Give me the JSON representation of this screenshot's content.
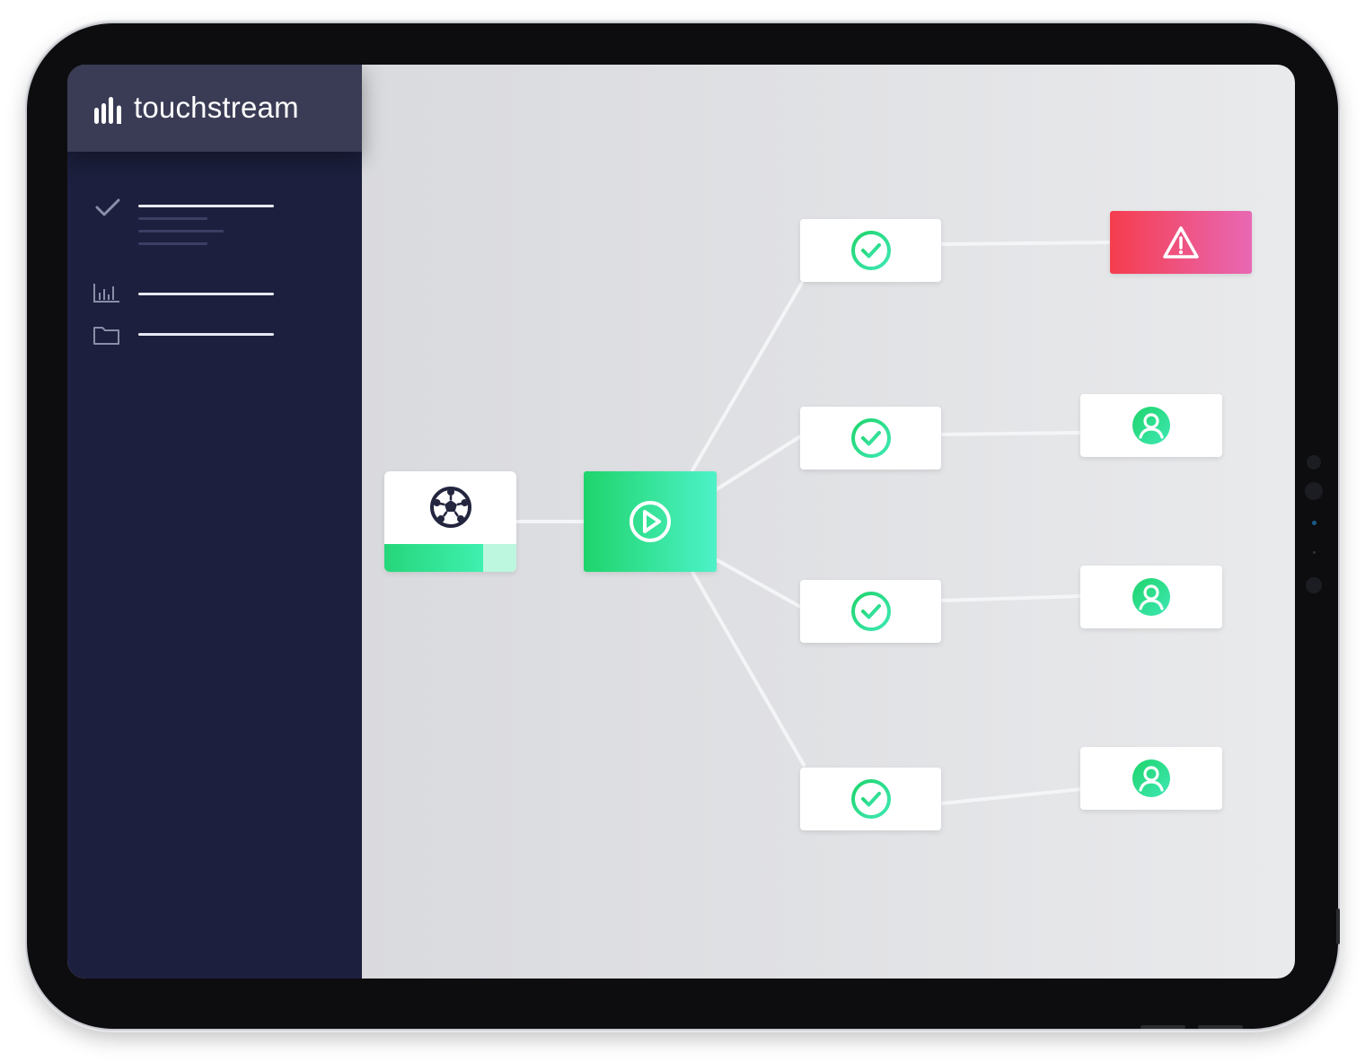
{
  "brand": {
    "name": "touchstream",
    "mark_icon": "bar-chart-logo-icon"
  },
  "sidebar": {
    "items": [
      {
        "icon": "check-icon"
      },
      {
        "icon": "analytics-bars-icon"
      },
      {
        "icon": "folder-icon"
      }
    ]
  },
  "flow": {
    "source": {
      "icon": "soccer-ball-icon",
      "progress": 0.75
    },
    "player": {
      "icon": "play-circle-icon"
    },
    "checks": [
      {
        "icon": "check-circle-icon",
        "status": "ok"
      },
      {
        "icon": "check-circle-icon",
        "status": "ok"
      },
      {
        "icon": "check-circle-icon",
        "status": "ok"
      },
      {
        "icon": "check-circle-icon",
        "status": "ok"
      }
    ],
    "endpoints": [
      {
        "icon": "warning-triangle-icon",
        "status": "alert"
      },
      {
        "icon": "user-avatar-icon",
        "status": "ok"
      },
      {
        "icon": "user-avatar-icon",
        "status": "ok"
      },
      {
        "icon": "user-avatar-icon",
        "status": "ok"
      }
    ]
  },
  "colors": {
    "sidebar": "#1c1f3d",
    "sidebar_header": "#3a3c55",
    "accent_green": "#22d77a",
    "alert_red": "#f53d4e",
    "alert_pink": "#e868b4"
  }
}
